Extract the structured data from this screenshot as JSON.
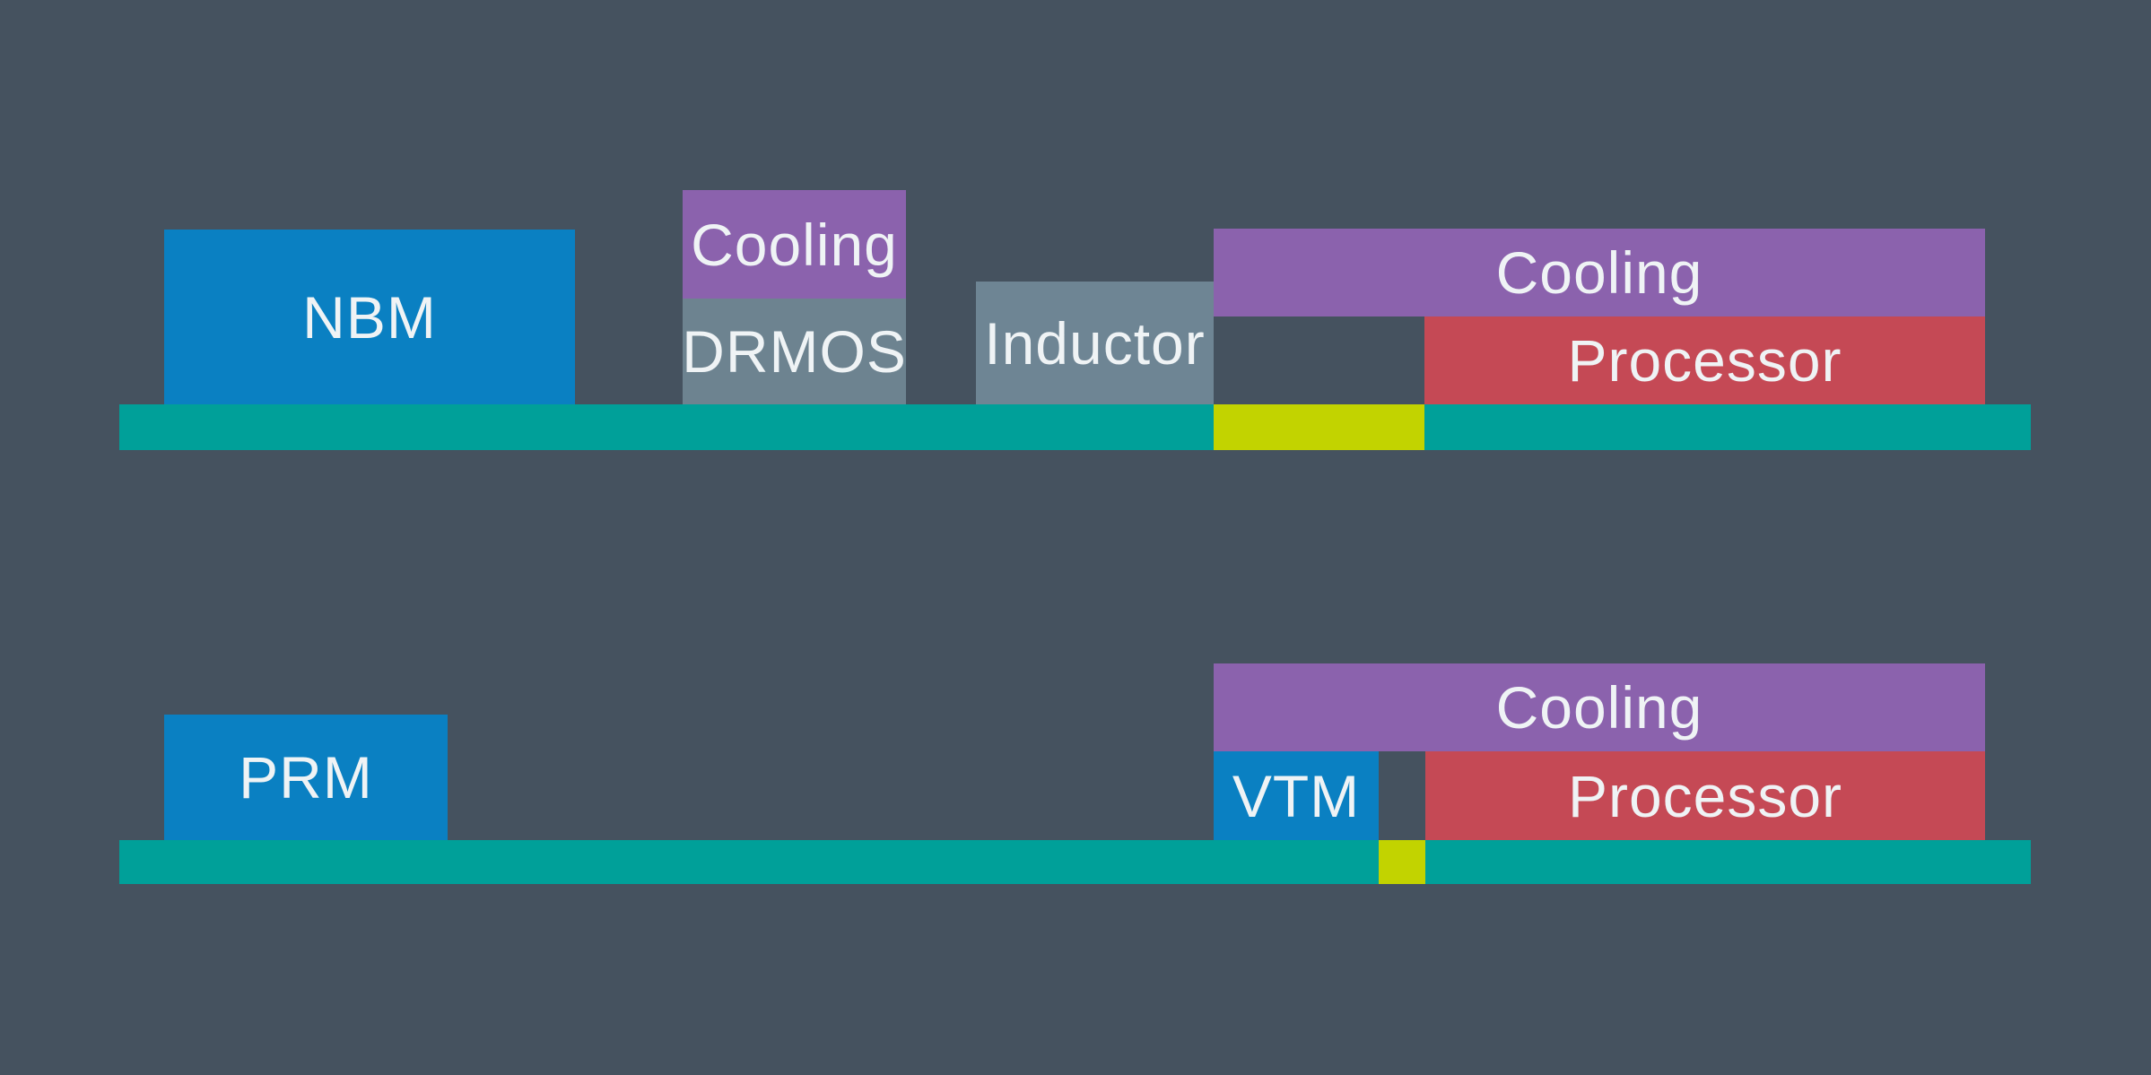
{
  "colors": {
    "background": "#45525f",
    "board-teal": "#00a099",
    "module-blue": "#0a80c2",
    "cooling-purple": "#8b62ad",
    "drmos-gray": "#6d8390",
    "inductor-gray": "#6e8594",
    "processor-red": "#c54955",
    "hotspot-yellow": "#c2d300",
    "label-text": "#eff3f5"
  },
  "top_assembly": {
    "nbm_label": "NBM",
    "cooling_small_label": "Cooling",
    "drmos_label": "DRMOS",
    "inductor_label": "Inductor",
    "cooling_label": "Cooling",
    "processor_label": "Processor"
  },
  "bottom_assembly": {
    "prm_label": "PRM",
    "cooling_label": "Cooling",
    "vtm_label": "VTM",
    "processor_label": "Processor"
  }
}
